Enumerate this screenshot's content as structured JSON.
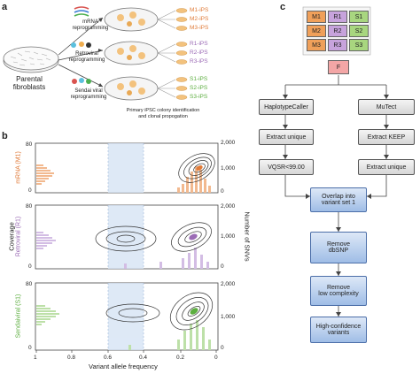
{
  "panel_a": {
    "letter": "a",
    "parental_label": "Parental\nfibroblasts",
    "methods": [
      {
        "label": "mRNA\nreprogramming",
        "lines": [
          "M1-iPS",
          "M2-iPS",
          "M3-iPS"
        ],
        "color": "#e07b39"
      },
      {
        "label": "Retroviral\nreprogramming",
        "lines": [
          "R1-iPS",
          "R2-iPS",
          "R3-iPS"
        ],
        "color": "#9b6bb5"
      },
      {
        "label": "Sendai viral\nreprogramming",
        "lines": [
          "S1-iPS",
          "S2-iPS",
          "S3-iPS"
        ],
        "color": "#5cae3f"
      }
    ],
    "caption": "Primary iPSC colony identification\nand clonal propogation"
  },
  "panel_b": {
    "letter": "b",
    "left_axis_title": "Coverage",
    "right_axis_title": "Number of SNVs",
    "x_axis_title": "Variant allele frequency",
    "x_ticks": [
      "1",
      "0.8",
      "0.6",
      "0.4",
      "0.2",
      "0"
    ],
    "rows": [
      {
        "label": "mRNA (M1)",
        "color": "#e07b39",
        "left_ticks": [
          "80",
          "0"
        ],
        "right_ticks": [
          "2,000",
          "1,000",
          "0"
        ]
      },
      {
        "label": "Retroviral (R1)",
        "color": "#9b6bb5",
        "left_ticks": [
          "80",
          "0"
        ],
        "right_ticks": [
          "2,000",
          "1,000",
          "0"
        ]
      },
      {
        "label": "Sendaiviral (S1)",
        "color": "#5cae3f",
        "left_ticks": [
          "80",
          "0"
        ],
        "right_ticks": [
          "2,000",
          "1,000",
          "0"
        ]
      }
    ]
  },
  "panel_c": {
    "letter": "c",
    "samples": [
      {
        "id": "M1",
        "color": "#f0a05a"
      },
      {
        "id": "R1",
        "color": "#c7a3dc"
      },
      {
        "id": "S1",
        "color": "#a8d67f"
      },
      {
        "id": "M2",
        "color": "#f0a05a"
      },
      {
        "id": "R2",
        "color": "#c7a3dc"
      },
      {
        "id": "S2",
        "color": "#a8d67f"
      },
      {
        "id": "M3",
        "color": "#f0a05a"
      },
      {
        "id": "R3",
        "color": "#c7a3dc"
      },
      {
        "id": "S3",
        "color": "#a8d67f"
      }
    ],
    "fibroblast": {
      "id": "F",
      "color": "#f3a6a6"
    },
    "left_branch": [
      "HaplotypeCaller",
      "Extract unique",
      "VQSR<99.00"
    ],
    "right_branch": [
      "MuTect",
      "Extract KEEP",
      "Extract unique"
    ],
    "merge_steps": [
      "Overlap into\nvariant set 1",
      "Remove\ndbSNP",
      "Remove\nlow complexity",
      "High-confidence\nvariants"
    ]
  }
}
